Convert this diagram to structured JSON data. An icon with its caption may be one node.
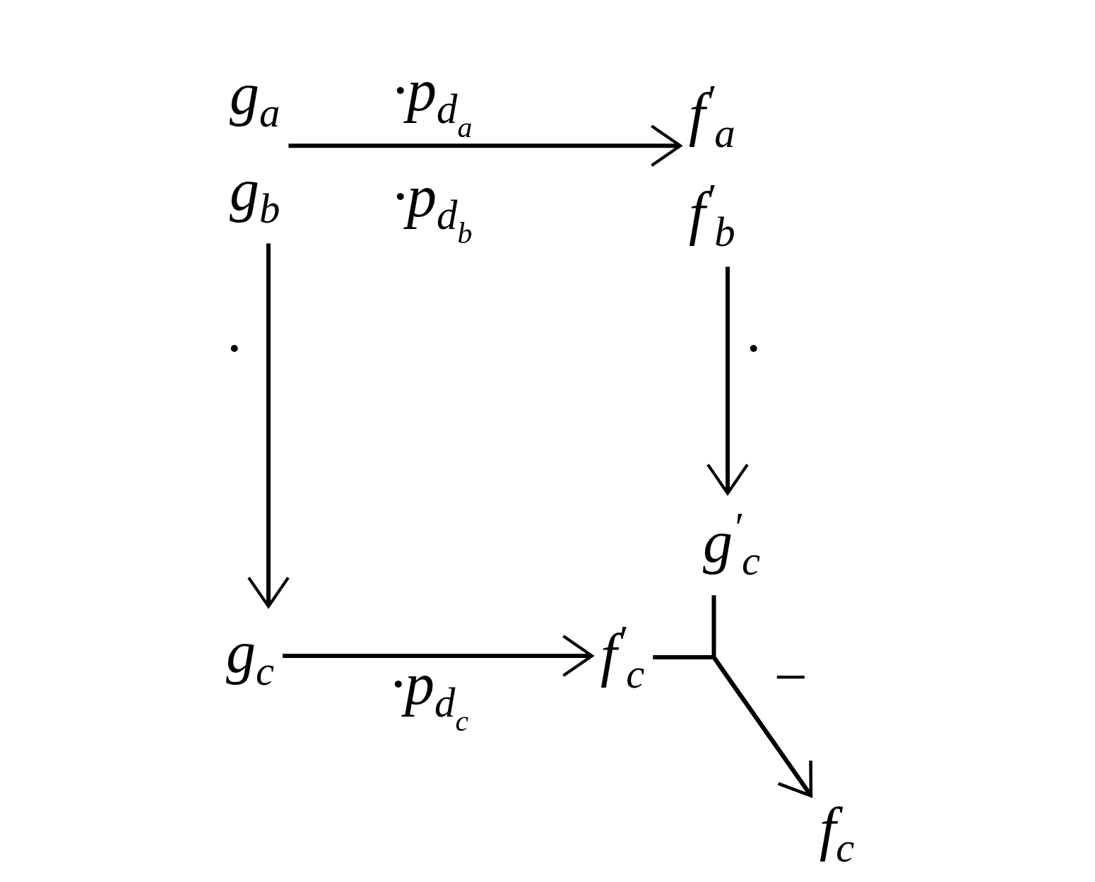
{
  "diagram": {
    "nodes": [
      {
        "text": [
          "g$_{a}$",
          "g$_{b}$"
        ]
      },
      {
        "text": [
          "f$^{′}$$_{a}$",
          "f$^{′}$$_{b}$"
        ]
      },
      {
        "text": [
          "g$_{c}$"
        ]
      },
      {
        "text": [
          "f$^{′}$$_{c}$"
        ]
      },
      {
        "text": [
          "g$^{′}$$_{c}$"
        ]
      },
      {
        "text": [
          "f$_{c}$"
        ]
      }
    ],
    "edges": [
      {
        "from": 0,
        "to": 1,
        "arrow": "to"
      },
      {
        "from": 0,
        "to": 2,
        "arrow": "to",
        "label": "·"
      },
      {
        "from": 1,
        "to": 4,
        "arrow": "to",
        "label": "·"
      },
      {
        "from": 2,
        "to": 3,
        "arrow": "to",
        "label": "·p$_{d}$$_{c}$"
      },
      {
        "from": 3,
        "to": 5,
        "arrow": "to"
      },
      {
        "from": 4,
        "to": 5,
        "arrow": "to"
      }
    ],
    "labels": [
      "·p$_{d}$$_{a}$",
      "·p$_{d}$$_{b}$",
      "−"
    ]
  }
}
